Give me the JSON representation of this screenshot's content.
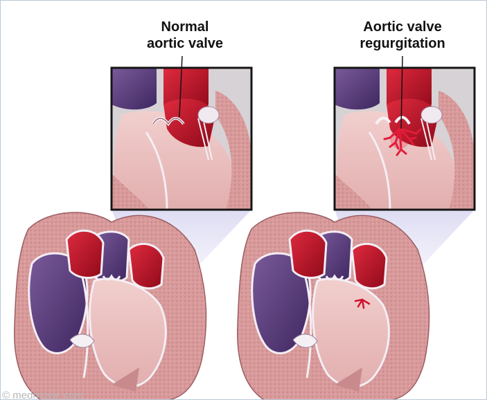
{
  "labels": {
    "normal_line1": "Normal",
    "normal_line2": "aortic valve",
    "regurg_line1": "Aortic valve",
    "regurg_line2": "regurgitation"
  },
  "watermark": "© medmovie.com",
  "colors": {
    "border": "#b9c9dc",
    "inset_frame": "#151515",
    "myocardium": "#d89a9a",
    "myocardium_dark": "#b96a6e",
    "chamber_pink": "#ecc4c2",
    "oxygenated_red": "#c0142a",
    "deoxygenated_blue": "#5a3a78",
    "valve_white": "#f4f0f4",
    "magnify_cone": "#d8d6ee",
    "regurgitant_jet": "#e21c3a"
  }
}
